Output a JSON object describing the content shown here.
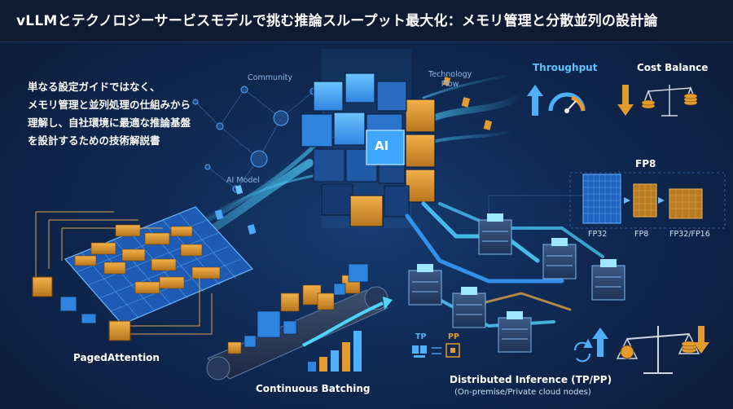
{
  "title": "vLLMとテクノロジーサービスモデルで挑む推論スループット最大化：メモリ管理と分散並列の設計論",
  "intro_lines": [
    "単なる設定ガイドではなく、",
    "メモリ管理と並列処理の仕組みから",
    "理解し、自社環境に最適な推論基盤",
    "を設計するための技術解説書"
  ],
  "labels": {
    "community": "Community",
    "technology_flow": "Technology\nFlow",
    "ai_model": "AI Model",
    "ai_cube": "AI",
    "throughput": "Throughput",
    "cost_balance": "Cost Balance",
    "fp8_title": "FP8",
    "fp32": "FP32",
    "fp8": "FP8",
    "fp32_fp16": "FP32/FP16",
    "paged_attention": "PagedAttention",
    "continuous_batching": "Continuous Batching",
    "tp": "TP",
    "pp": "PP",
    "distributed_inference": "Distributed Inference (TP/PP)",
    "distributed_sub": "(On-premise/Private cloud nodes)"
  },
  "colors": {
    "background": "#0f2a55",
    "accent_blue": "#3aa0ff",
    "accent_cyan": "#4fd4ff",
    "accent_orange": "#e39a2e",
    "title_bar": "#0e1b33"
  },
  "icons": [
    "throughput-arrow-icon",
    "gauge-icon",
    "cost-arrow-icon",
    "scale-icon",
    "coin-stack-icon",
    "sync-icon",
    "gpu-icon",
    "chip-icon"
  ]
}
